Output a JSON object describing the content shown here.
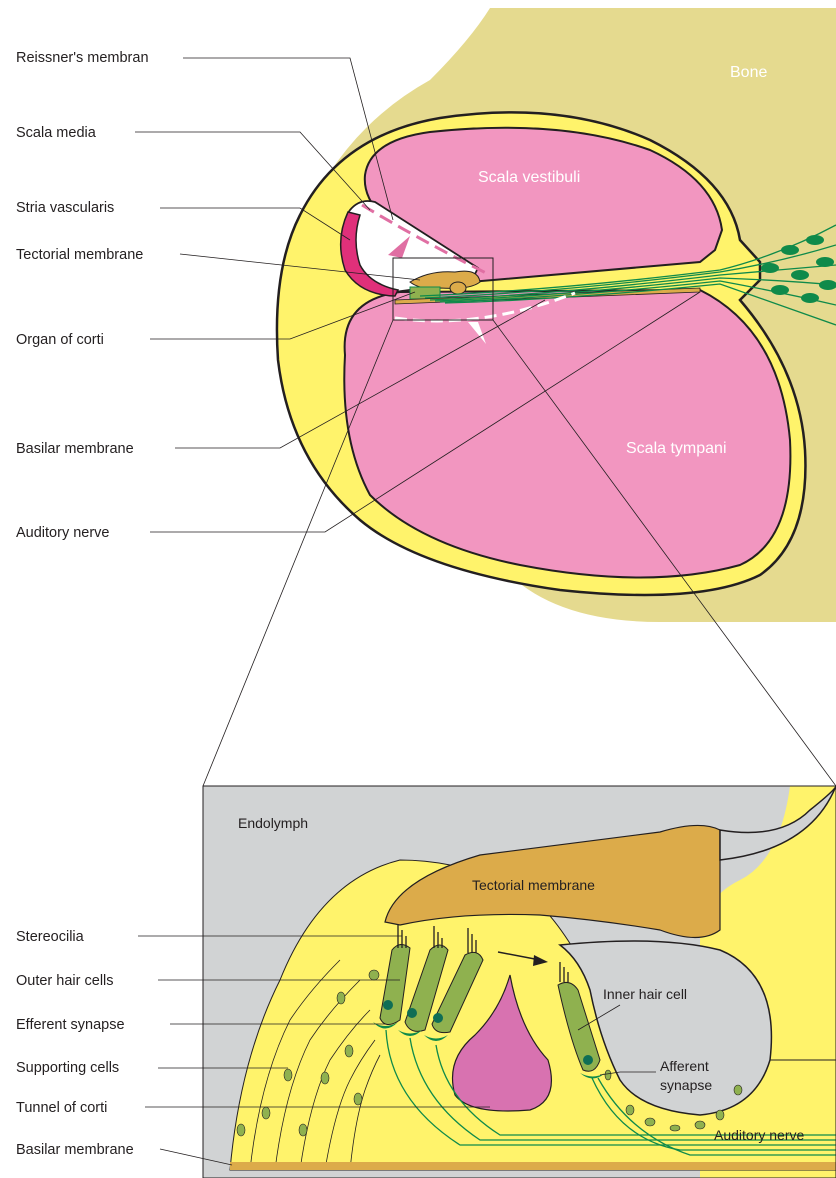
{
  "top_labels": {
    "reissners_membrane": "Reissner's membran",
    "scala_media": "Scala media",
    "stria_vascularis": "Stria vascularis",
    "tectorial_membrane": "Tectorial membrane",
    "organ_of_corti": "Organ of corti",
    "basilar_membrane": "Basilar membrane",
    "auditory_nerve": "Auditory nerve"
  },
  "region_labels": {
    "bone": "Bone",
    "scala_vestibuli": "Scala vestibuli",
    "scala_tympani": "Scala tympani"
  },
  "detail_labels": {
    "endolymph": "Endolymph",
    "tectorial_membrane": "Tectorial membrane",
    "inner_hair_cell": "Inner hair cell",
    "afferent_synapse_line1": "Afferent",
    "afferent_synapse_line2": "synapse",
    "auditory_nerve": "Auditory nerve",
    "stereocilia": "Stereocilia",
    "outer_hair_cells": "Outer hair cells",
    "efferent_synapse": "Efferent synapse",
    "supporting_cells": "Supporting cells",
    "tunnel_of_corti": "Tunnel of corti",
    "basilar_membrane": "Basilar membrane"
  },
  "colors": {
    "bone": "#e5da8f",
    "fluid_yellow": "#fff36b",
    "scala_pink": "#f296c0",
    "stria_red": "#e0307a",
    "tectorial_orange": "#dcab4a",
    "endolymph_gray": "#d1d3d4",
    "hair_cell_green": "#8fb14f",
    "nerve_green": "#0f8a4a",
    "tunnel_pink": "#d872b0"
  }
}
